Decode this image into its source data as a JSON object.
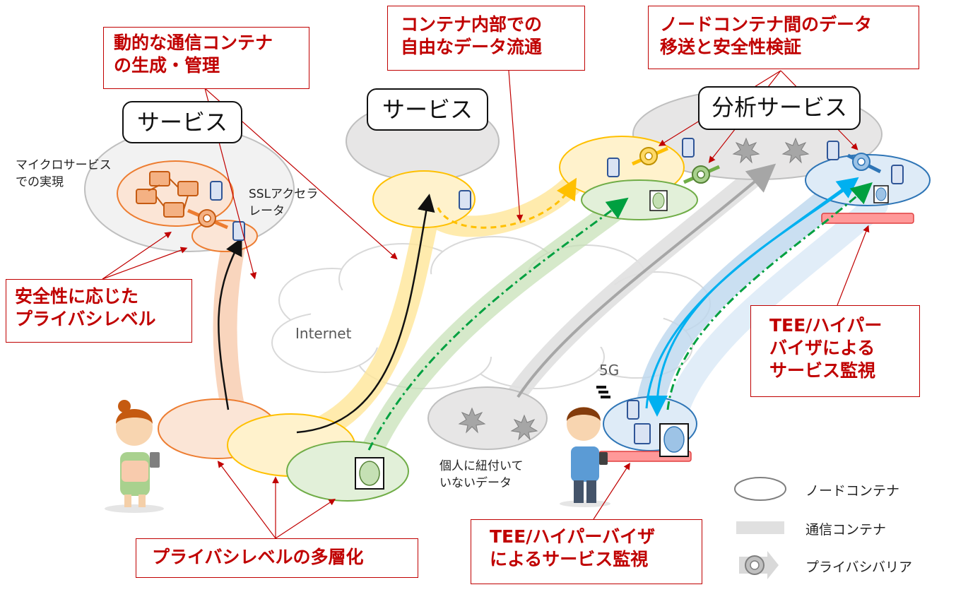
{
  "callouts": {
    "dynamic": [
      "動的な通信コンテナ",
      "の生成・管理"
    ],
    "internal": [
      "コンテナ内部での",
      "自由なデータ流通"
    ],
    "transfer": [
      "ノードコンテナ間のデータ",
      "移送と安全性検証"
    ],
    "safety": [
      "安全性に応じた",
      "プライバシレベル"
    ],
    "tee_right": [
      "TEE/ハイパー",
      "バイザによる",
      "サービス監視"
    ],
    "multilayer": [
      "プライバシレベルの多層化"
    ],
    "tee_bottom": [
      "TEE/ハイパーバイザ",
      "によるサービス監視"
    ]
  },
  "services": {
    "left": "サービス",
    "middle": "サービス",
    "right": "分析サービス"
  },
  "labels": {
    "microservice": [
      "マイクロサービス",
      "での実現"
    ],
    "ssl": [
      "SSLアクセラ",
      "レータ"
    ],
    "internet": "Internet",
    "five_g": "5G",
    "unlinked": [
      "個人に紐付いて",
      "いないデータ"
    ]
  },
  "legend": {
    "node": "ノードコンテナ",
    "comm": "通信コンテナ",
    "barrier": "プライバシバリア"
  },
  "colors": {
    "callout_red": "#c00000",
    "orange": "#ed7d31",
    "yellow": "#ffc000",
    "green": "#70ad47",
    "blue": "#2e75b6",
    "cyan": "#00b0f0"
  }
}
